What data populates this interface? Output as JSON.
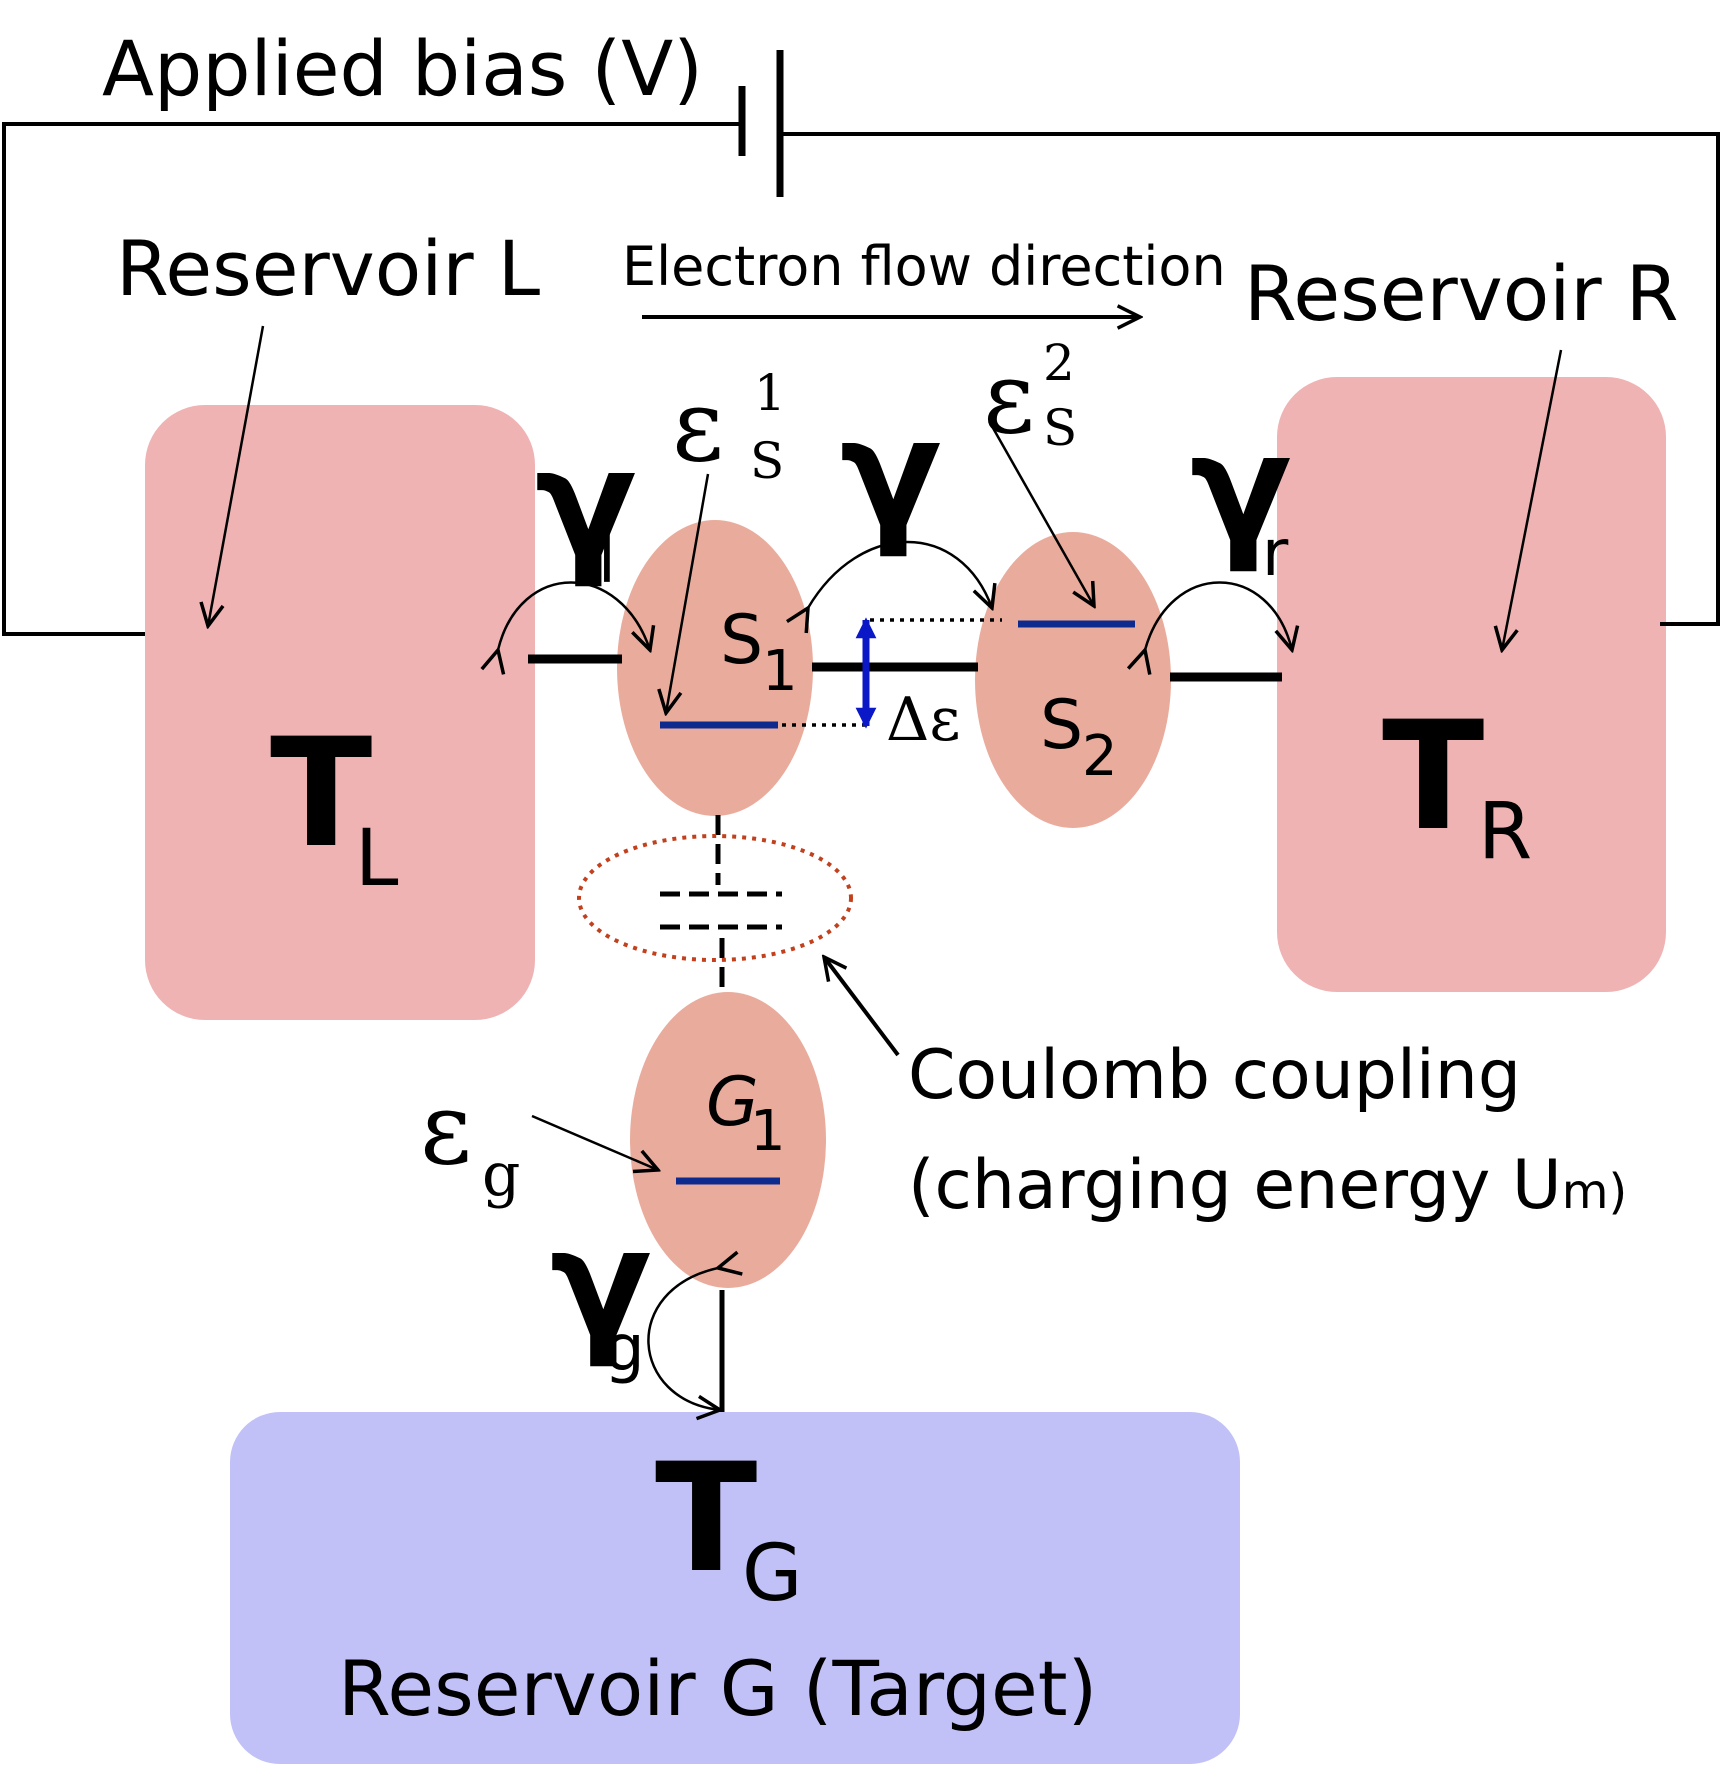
{
  "labels": {
    "applied_bias": "Applied bias (V)",
    "reservoir_l": "Reservoir L",
    "reservoir_r": "Reservoir R",
    "reservoir_g": "Reservoir G (Target)",
    "electron_flow": "Electron flow direction",
    "coulomb_line1": "Coulomb coupling",
    "coulomb_line2": "(charging energy U",
    "coulomb_sub": "m",
    "coulomb_close": ")"
  },
  "temperatures": {
    "t_symbol": "T",
    "left_sub": "L",
    "right_sub": "R",
    "gate_sub": "G"
  },
  "dots": {
    "s_symbol": "S",
    "s1_sub": "1",
    "s2_sub": "2",
    "g_symbol": "G",
    "g1_sub": "1"
  },
  "couplings": {
    "gamma": "γ",
    "left_sub": "l",
    "right_sub": "r",
    "gate_sub": "g"
  },
  "energies": {
    "epsilon": "ε",
    "s_sub": "S",
    "sup1": "1",
    "sup2": "2",
    "g_sub": "g",
    "delta_eps": "Δε"
  },
  "colors": {
    "reservoir_lr": "#efb3b4",
    "reservoir_g": "#c1c1f8",
    "dot_fill": "#e9ac9c",
    "level_blue": "#0d2a8f",
    "delta_arrow": "#0b18c8",
    "coulomb_ellipse": "#c2401c"
  }
}
